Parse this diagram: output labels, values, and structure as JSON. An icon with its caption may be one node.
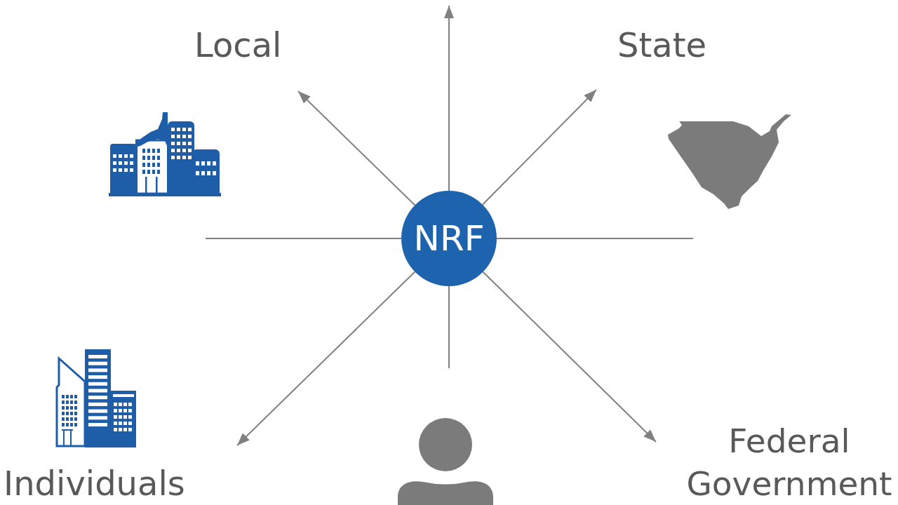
{
  "diagram": {
    "nodes": [
      {
        "text": [
          "Local"
        ]
      },
      {
        "text": [
          "State"
        ]
      },
      {
        "text": [
          "NRF"
        ]
      },
      {
        "text": [
          "Individuals"
        ]
      },
      {
        "text": [
          "Federal Government"
        ]
      }
    ],
    "edges": [
      {
        "from": 2,
        "to": null,
        "arrow": "to"
      },
      {
        "from": 2,
        "to": 0,
        "arrow": "to"
      },
      {
        "from": 2,
        "to": 1,
        "arrow": "to"
      },
      {
        "from": 2,
        "to": null,
        "arrow": "none"
      },
      {
        "from": 2,
        "to": null,
        "arrow": "none"
      },
      {
        "from": 2,
        "to": 3,
        "arrow": "to"
      },
      {
        "from": 2,
        "to": null,
        "arrow": "none"
      },
      {
        "from": 2,
        "to": 4,
        "arrow": "to"
      }
    ]
  }
}
